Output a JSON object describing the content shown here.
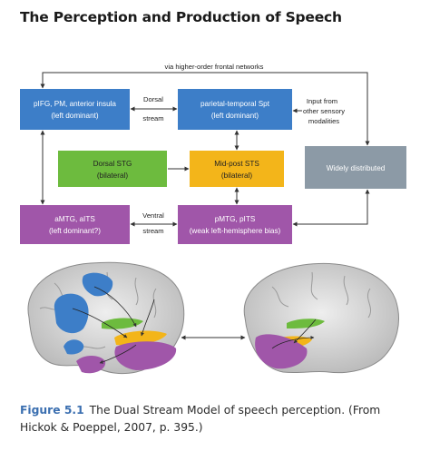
{
  "heading": "The Perception and Production of Speech",
  "diagram": {
    "top_route_label": "via higher-order frontal networks",
    "dorsal_stream_label": [
      "Dorsal",
      "stream"
    ],
    "ventral_stream_label": [
      "Ventral",
      "stream"
    ],
    "input_label": [
      "Input from",
      "other sensory",
      "modalities"
    ],
    "nodes": {
      "frontal": {
        "lines": [
          "pIFG, PM, anterior insula",
          "(left dominant)"
        ],
        "color": "#3d7ec8"
      },
      "spt": {
        "lines": [
          "parietal-temporal Spt",
          "(left dominant)"
        ],
        "color": "#3d7ec8"
      },
      "dorsal_stg": {
        "lines": [
          "Dorsal STG",
          "(bilateral)"
        ],
        "color": "#6dbb3e"
      },
      "mid_sts": {
        "lines": [
          "Mid-post STS",
          "(bilateral)"
        ],
        "color": "#f3b51a"
      },
      "widely": {
        "lines": [
          "Widely distributed"
        ],
        "color": "#8c9aa6"
      },
      "amtg": {
        "lines": [
          "aMTG, aITS",
          "(left dominant?)"
        ],
        "color": "#a056a9"
      },
      "pmtg": {
        "lines": [
          "pMTG, pITS",
          "(weak left-hemisphere bias)"
        ],
        "color": "#a056a9"
      }
    }
  },
  "caption": {
    "label": "Figure 5.1",
    "text": "The Dual Stream Model of speech perception. (From Hickok & Poeppel, 2007, p. 395.)"
  },
  "colors": {
    "blue": "#3d7ec8",
    "green": "#6dbb3e",
    "yellow": "#f3b51a",
    "gray": "#8c9aa6",
    "purple": "#a056a9",
    "caption_blue": "#3b6fb0"
  }
}
